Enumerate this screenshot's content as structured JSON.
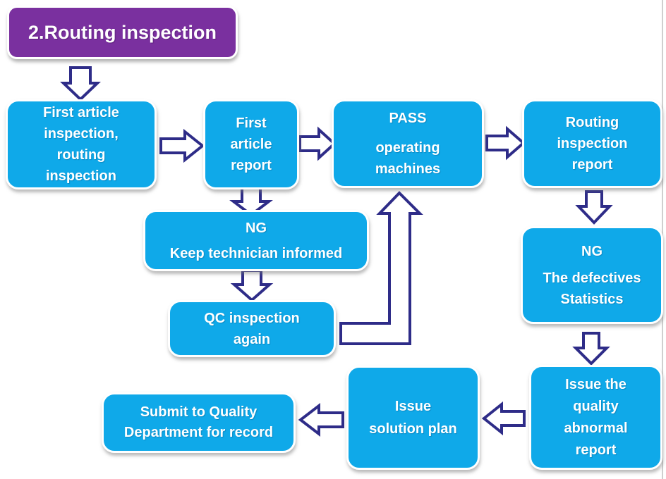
{
  "title": {
    "label": "2.Routing inspection"
  },
  "colors": {
    "title_fill": "#7A309F",
    "node_fill": "#0FA9E9",
    "node_border": "#FFFFFF",
    "arrow_fill": "#FFFFFF",
    "arrow_outline": "#2E2C88",
    "text": "#FFFFFF",
    "page_edge": "#CFCFCF"
  },
  "nodes": {
    "first_article_inspection": {
      "lines": [
        "First article",
        "inspection,",
        "routing",
        "inspection"
      ]
    },
    "first_article_report": {
      "lines": [
        "First",
        "article",
        "report"
      ]
    },
    "pass_operating": {
      "lines": [
        "PASS",
        "operating",
        "machines"
      ]
    },
    "routing_report": {
      "lines": [
        "Routing",
        "inspection",
        "report"
      ]
    },
    "ng_keep": {
      "lines": [
        "NG",
        "Keep technician informed"
      ]
    },
    "qc_again": {
      "lines": [
        "QC inspection",
        "again"
      ]
    },
    "ng_defectives": {
      "lines": [
        "NG",
        "The defectives",
        "Statistics"
      ]
    },
    "issue_abnormal": {
      "lines": [
        "Issue the",
        "quality",
        "abnormal",
        "report"
      ]
    },
    "issue_solution": {
      "lines": [
        "Issue",
        "solution plan"
      ]
    },
    "submit_quality": {
      "lines": [
        "Submit to Quality",
        "Department for record"
      ]
    }
  },
  "connections": [
    {
      "from": "title",
      "to": "first_article_inspection",
      "direction": "down"
    },
    {
      "from": "first_article_inspection",
      "to": "first_article_report",
      "direction": "right"
    },
    {
      "from": "first_article_report",
      "to": "pass_operating",
      "direction": "right"
    },
    {
      "from": "pass_operating",
      "to": "routing_report",
      "direction": "right"
    },
    {
      "from": "first_article_report",
      "to": "ng_keep",
      "direction": "down"
    },
    {
      "from": "ng_keep",
      "to": "qc_again",
      "direction": "down"
    },
    {
      "from": "qc_again",
      "to": "pass_operating",
      "direction": "elbow-up"
    },
    {
      "from": "routing_report",
      "to": "ng_defectives",
      "direction": "down"
    },
    {
      "from": "ng_defectives",
      "to": "issue_abnormal",
      "direction": "down"
    },
    {
      "from": "issue_abnormal",
      "to": "issue_solution",
      "direction": "left"
    },
    {
      "from": "issue_solution",
      "to": "submit_quality",
      "direction": "left"
    }
  ]
}
